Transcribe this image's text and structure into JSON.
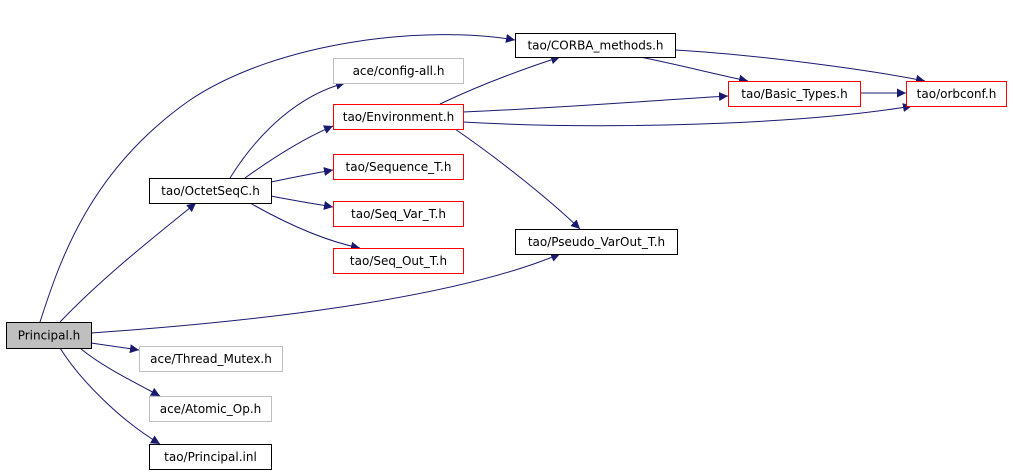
{
  "diagram": {
    "root": "Principal.h",
    "colors": {
      "edge": "#191970",
      "root_fill": "#bfbfbf",
      "documented_border": "#000000",
      "undocumented_border": "#ff0000",
      "missing_border": "#bfbfbf",
      "missing_text": "#000000"
    },
    "nodes": [
      {
        "id": "principal",
        "label": "Principal.h",
        "style": "root"
      },
      {
        "id": "corba_methods",
        "label": "tao/CORBA_methods.h",
        "style": "documented"
      },
      {
        "id": "config_all",
        "label": "ace/config-all.h",
        "style": "missing"
      },
      {
        "id": "environment",
        "label": "tao/Environment.h",
        "style": "undocumented"
      },
      {
        "id": "basic_types",
        "label": "tao/Basic_Types.h",
        "style": "undocumented"
      },
      {
        "id": "orbconf",
        "label": "tao/orbconf.h",
        "style": "undocumented"
      },
      {
        "id": "octetseqc",
        "label": "tao/OctetSeqC.h",
        "style": "documented"
      },
      {
        "id": "sequence_t",
        "label": "tao/Sequence_T.h",
        "style": "undocumented"
      },
      {
        "id": "seq_var_t",
        "label": "tao/Seq_Var_T.h",
        "style": "undocumented"
      },
      {
        "id": "seq_out_t",
        "label": "tao/Seq_Out_T.h",
        "style": "undocumented"
      },
      {
        "id": "pseudo_varout",
        "label": "tao/Pseudo_VarOut_T.h",
        "style": "documented"
      },
      {
        "id": "thread_mutex",
        "label": "ace/Thread_Mutex.h",
        "style": "missing"
      },
      {
        "id": "atomic_op",
        "label": "ace/Atomic_Op.h",
        "style": "missing"
      },
      {
        "id": "principal_inl",
        "label": "tao/Principal.inl",
        "style": "documented"
      }
    ],
    "edges": [
      {
        "from": "principal",
        "to": "corba_methods"
      },
      {
        "from": "principal",
        "to": "octetseqc"
      },
      {
        "from": "principal",
        "to": "pseudo_varout"
      },
      {
        "from": "principal",
        "to": "thread_mutex"
      },
      {
        "from": "principal",
        "to": "atomic_op"
      },
      {
        "from": "principal",
        "to": "principal_inl"
      },
      {
        "from": "octetseqc",
        "to": "config_all"
      },
      {
        "from": "octetseqc",
        "to": "environment"
      },
      {
        "from": "octetseqc",
        "to": "sequence_t"
      },
      {
        "from": "octetseqc",
        "to": "seq_var_t"
      },
      {
        "from": "octetseqc",
        "to": "seq_out_t"
      },
      {
        "from": "environment",
        "to": "corba_methods"
      },
      {
        "from": "environment",
        "to": "basic_types"
      },
      {
        "from": "environment",
        "to": "orbconf"
      },
      {
        "from": "environment",
        "to": "pseudo_varout"
      },
      {
        "from": "corba_methods",
        "to": "basic_types"
      },
      {
        "from": "corba_methods",
        "to": "orbconf"
      },
      {
        "from": "basic_types",
        "to": "orbconf"
      }
    ]
  }
}
